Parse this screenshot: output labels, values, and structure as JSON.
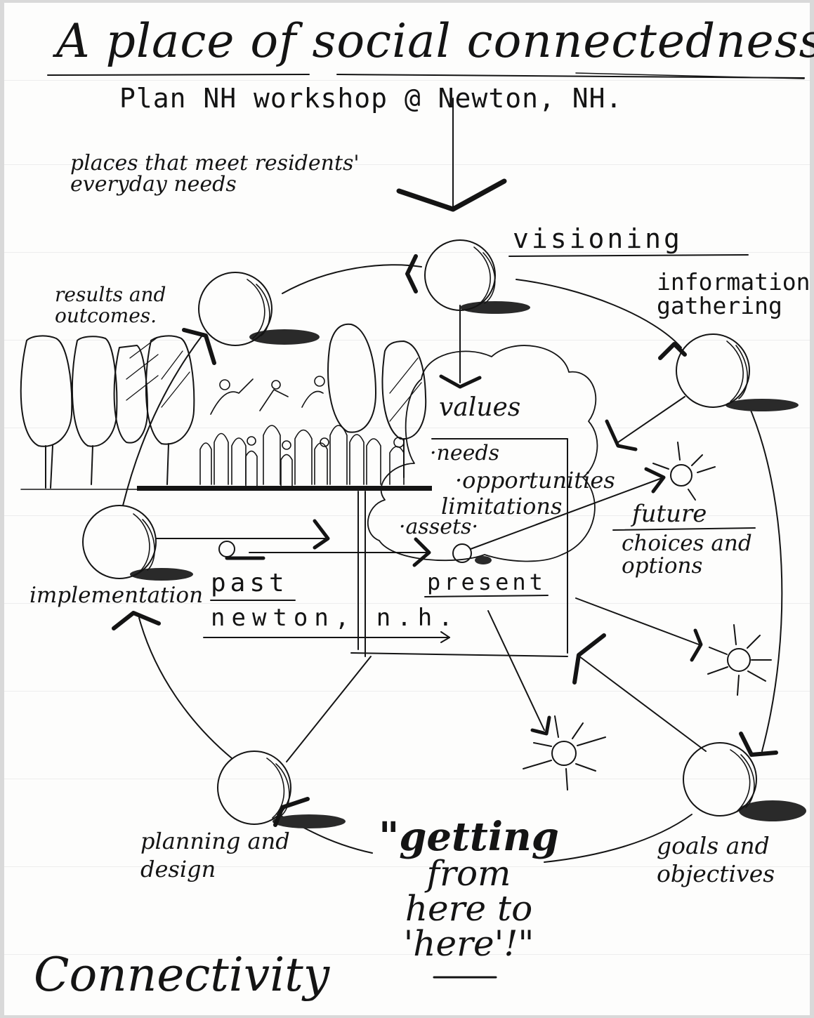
{
  "title": "A place of social connectedness.",
  "subtitle": "Plan NH workshop @ Newton, NH.",
  "note": "places that meet residents' everyday needs",
  "stages": {
    "visioning": "visioning",
    "information_gathering": "information gathering",
    "goals_and_objectives": "goals and objectives",
    "planning_and_design": "planning and design",
    "implementation": "implementation",
    "results_and_outcomes": "results and outcomes."
  },
  "values_list": {
    "heading": "values",
    "items": [
      "needs",
      "opportunities",
      "limitations",
      "assets"
    ]
  },
  "timeline": {
    "past": "past",
    "present": "present",
    "future": "future",
    "place": "newton, n.h.",
    "choices": "choices and options"
  },
  "quote_lines": [
    "\"getting",
    "from",
    "here to",
    "'here'!\""
  ],
  "caption": "Connectivity",
  "colors": {
    "ink": "#141414",
    "paper": "#fdfdfc"
  }
}
